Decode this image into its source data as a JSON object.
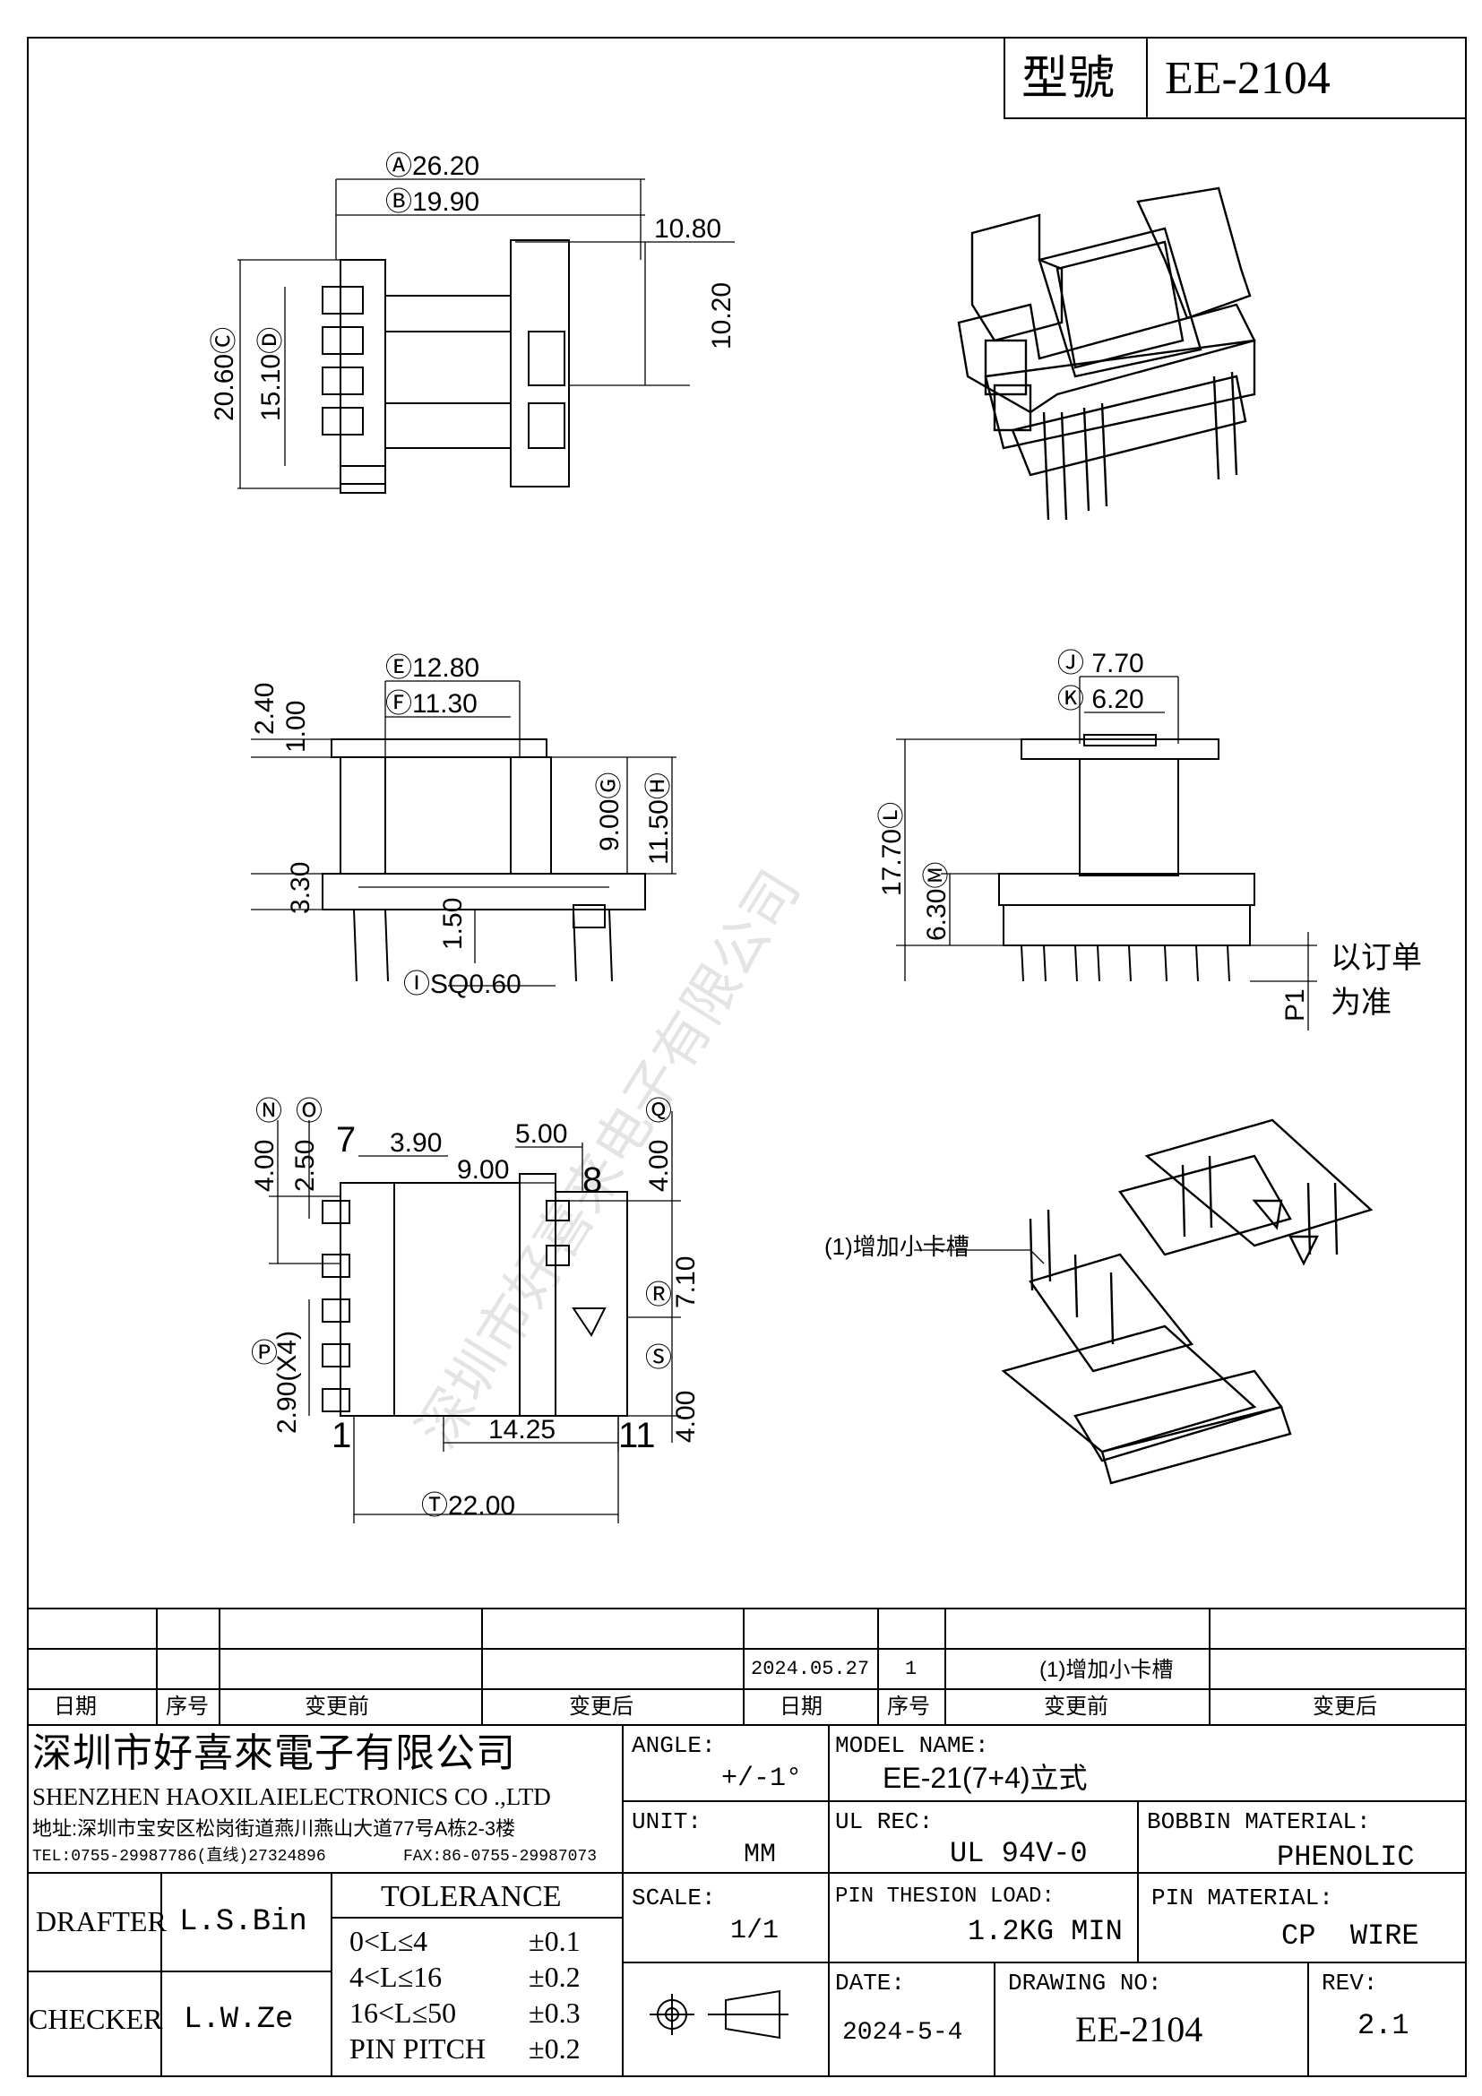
{
  "header": {
    "model_label": "型號",
    "model_value": "EE-2104"
  },
  "views": {
    "top": {
      "dims": [
        "Ⓐ26.20",
        "Ⓑ19.90",
        "10.80",
        "10.20",
        "20.60Ⓒ",
        "15.10Ⓓ"
      ]
    },
    "front": {
      "dims": [
        "Ⓔ12.80",
        "Ⓕ11.30",
        "2.40",
        "1.00",
        "9.00Ⓖ",
        "11.50Ⓗ",
        "3.30",
        "1.50",
        "ⒾSQ0.60"
      ]
    },
    "side": {
      "dims": [
        "Ⓙ 7.70",
        "Ⓚ 6.20",
        "17.70Ⓛ",
        "6.30Ⓜ",
        "P1"
      ],
      "note": [
        "以订单",
        "为准"
      ]
    },
    "bottom": {
      "dims": [
        "Ⓝ",
        "Ⓞ",
        "4.00",
        "2.50",
        "3.90",
        "9.00",
        "5.00",
        "4.00",
        "7.10",
        "4.00",
        "2.90(X4)",
        "14.25",
        "Ⓣ22.00"
      ],
      "pins": [
        "7",
        "8",
        "1",
        "11"
      ],
      "circled": [
        "Ⓟ",
        "Ⓠ",
        "Ⓡ",
        "Ⓢ"
      ]
    },
    "iso2": {
      "callout": "(1)增加小卡槽"
    },
    "watermark": "深圳市好喜来电子有限公司"
  },
  "revision_table": {
    "headers": [
      "日期",
      "序号",
      "变更前",
      "变更后",
      "日期",
      "序号",
      "变更前",
      "变更后"
    ],
    "rows": [
      [
        "",
        "",
        "",
        "",
        "2024.05.27",
        "1",
        "(1)增加小卡槽",
        ""
      ],
      [
        "",
        "",
        "",
        "",
        "",
        "",
        "",
        ""
      ]
    ]
  },
  "company": {
    "name_cn": "深圳市好喜來電子有限公司",
    "name_en": "SHENZHEN HAOXILAIELECTRONICS CO .,LTD",
    "address": "地址:深圳市宝安区松岗街道燕川燕山大道77号A栋2-3楼",
    "tel": "TEL:0755-29987786(直线)27324896",
    "fax": "FAX:86-0755-29987073"
  },
  "title_block": {
    "angle_label": "ANGLE:",
    "angle_value": "+/-1°",
    "model_name_label": "MODEL NAME:",
    "model_name_value": "EE-21(7+4)立式",
    "unit_label": "UNIT:",
    "unit_value": "MM",
    "ul_label": "UL REC:",
    "ul_value": "UL 94V-0",
    "bobbin_label": "BOBBIN MATERIAL:",
    "bobbin_value": "PHENOLIC",
    "drafter_label": "DRAFTER",
    "drafter_value": "L.S.Bin",
    "checker_label": "CHECKER",
    "checker_value": "L.W.Ze",
    "tolerance_label": "TOLERANCE",
    "tolerance_rows": [
      {
        "range": "0<L≤4",
        "tol": "±0.1"
      },
      {
        "range": "4<L≤16",
        "tol": "±0.2"
      },
      {
        "range": "16<L≤50",
        "tol": "±0.3"
      },
      {
        "range": "PIN PITCH",
        "tol": "±0.2"
      }
    ],
    "scale_label": "SCALE:",
    "scale_value": "1/1",
    "pin_load_label": "PIN THESION LOAD:",
    "pin_load_value": "1.2KG MIN",
    "pin_material_label": "PIN MATERIAL:",
    "pin_material_value": "CP  WIRE",
    "date_label": "DATE:",
    "date_value": "2024-5-4",
    "drawing_no_label": "DRAWING NO:",
    "drawing_no_value": "EE-2104",
    "rev_label": "REV:",
    "rev_value": "2.1"
  }
}
